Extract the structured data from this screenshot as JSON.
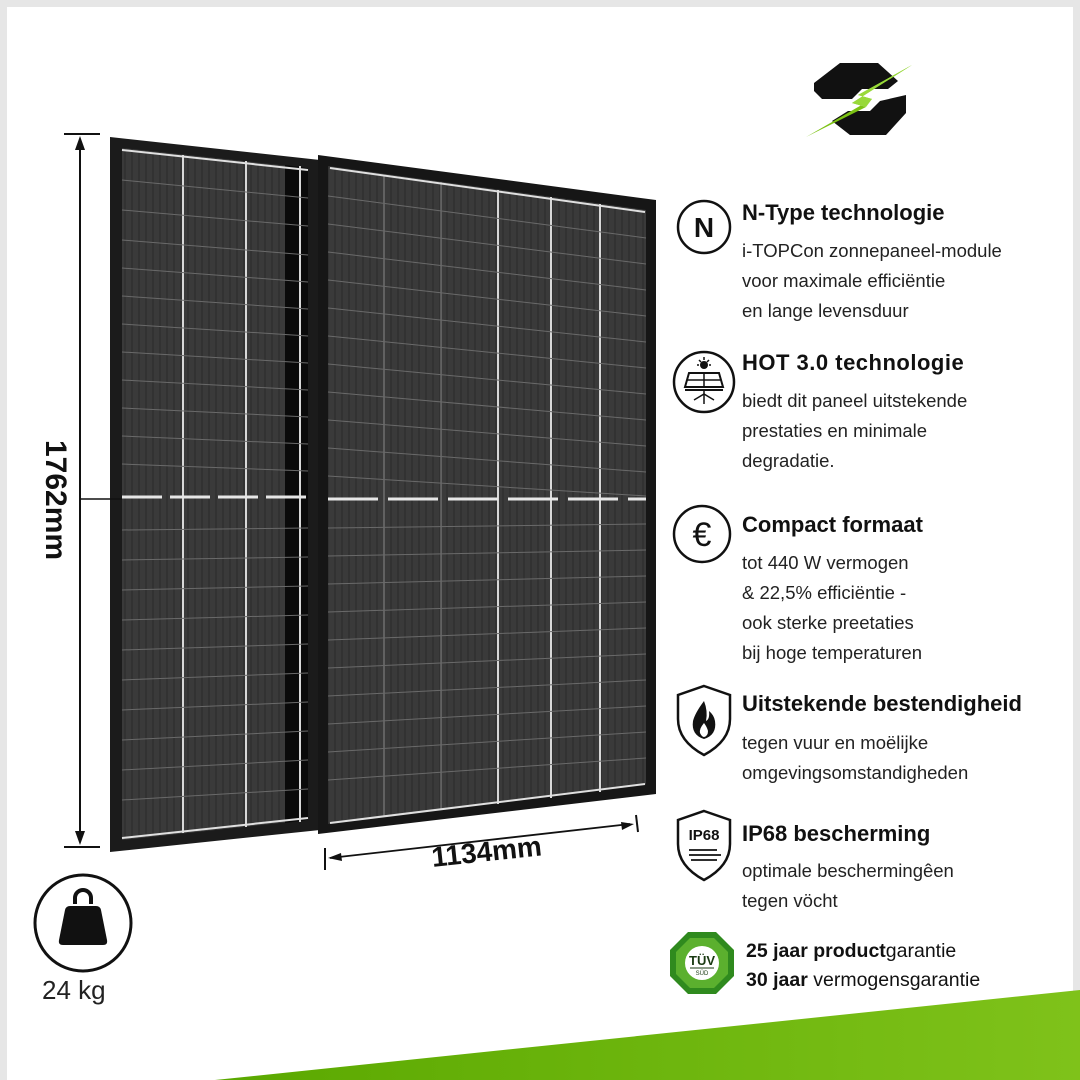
{
  "brand": {
    "logo_icon": "lightning-bolt-s-logo",
    "accent_color": "#7cc214",
    "dark_color": "#111111"
  },
  "dimensions": {
    "height_label": "1762mm",
    "width_label": "1134mm"
  },
  "weight": {
    "icon": "weight-icon",
    "label": "24 kg"
  },
  "features": [
    {
      "icon": "n-type-icon",
      "icon_text": "N",
      "title": "N-Type technologie",
      "lines": [
        "i-TOPCon zonnepaneel-module",
        "voor maximale efficiëntie",
        "en lange levensduur"
      ]
    },
    {
      "icon": "solar-panel-sun-icon",
      "title": "HOT 3.0 technologie",
      "lines": [
        "biedt dit paneel uitstekende",
        "prestaties en minimale",
        "degradatie."
      ]
    },
    {
      "icon": "euro-icon",
      "icon_text": "€",
      "title": "Compact formaat",
      "lines": [
        "tot 440 W vermogen",
        "& 22,5% efficiëntie -",
        "ook sterke preetaties",
        "bij hoge temperaturen"
      ]
    },
    {
      "icon": "fire-shield-icon",
      "title": "Uitstekende bestendigheid",
      "lines": [
        "tegen vuur en moëlijke",
        "omgevingsomstandigheden"
      ]
    },
    {
      "icon": "ip68-shield-icon",
      "icon_text": "IP68",
      "title": "IP68 bescherming",
      "lines": [
        "optimale beschermingêen",
        "tegen vöcht"
      ]
    }
  ],
  "warranty": {
    "badge_icon": "tuv-badge-icon",
    "badge_text": "TÜV",
    "badge_subtext": "SÜD",
    "line1": {
      "bold": "25 jaar product",
      "regular": "garantie"
    },
    "line2": {
      "bold": "30 jaar",
      "regular": " vermogensgarantie"
    }
  }
}
